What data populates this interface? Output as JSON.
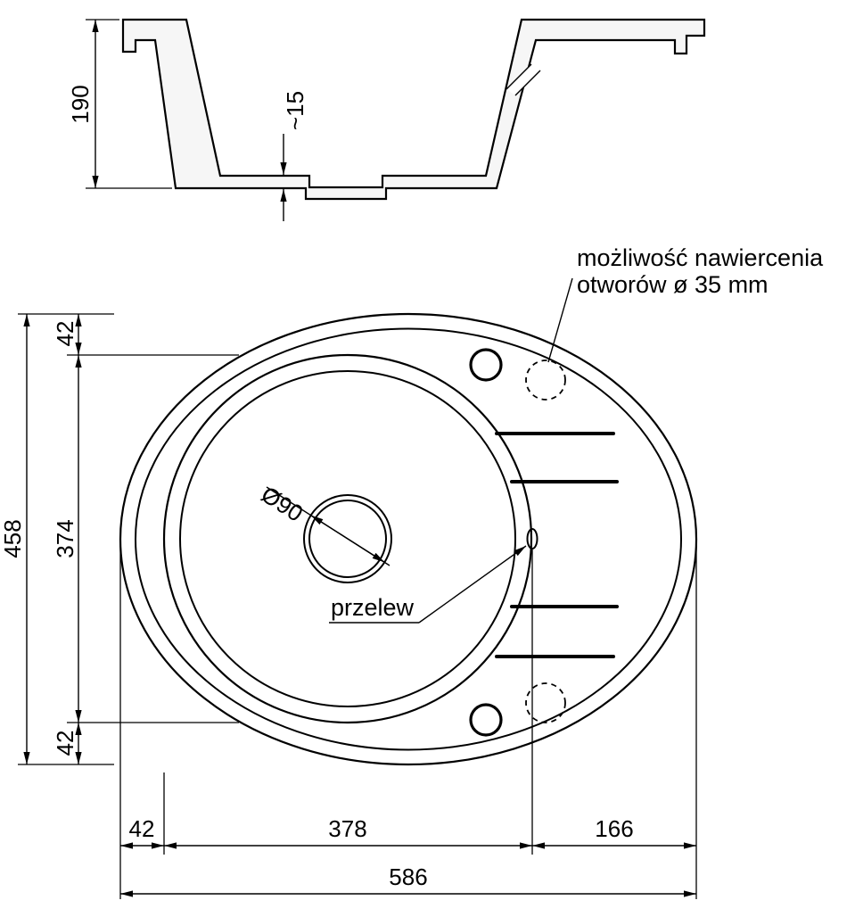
{
  "section_view": {
    "height": "190",
    "bottom_thickness": "~15"
  },
  "plan_view": {
    "overall_height": "458",
    "bowl_height": "374",
    "margin_top": "42",
    "margin_bottom": "42",
    "margin_left": "42",
    "bowl_width": "378",
    "drainboard_width": "166",
    "overall_width": "586",
    "drain_diameter": "Ø90",
    "overflow": "przelew",
    "note_line1": "możliwość nawiercenia",
    "note_line2": "otworów ø 35 mm"
  }
}
